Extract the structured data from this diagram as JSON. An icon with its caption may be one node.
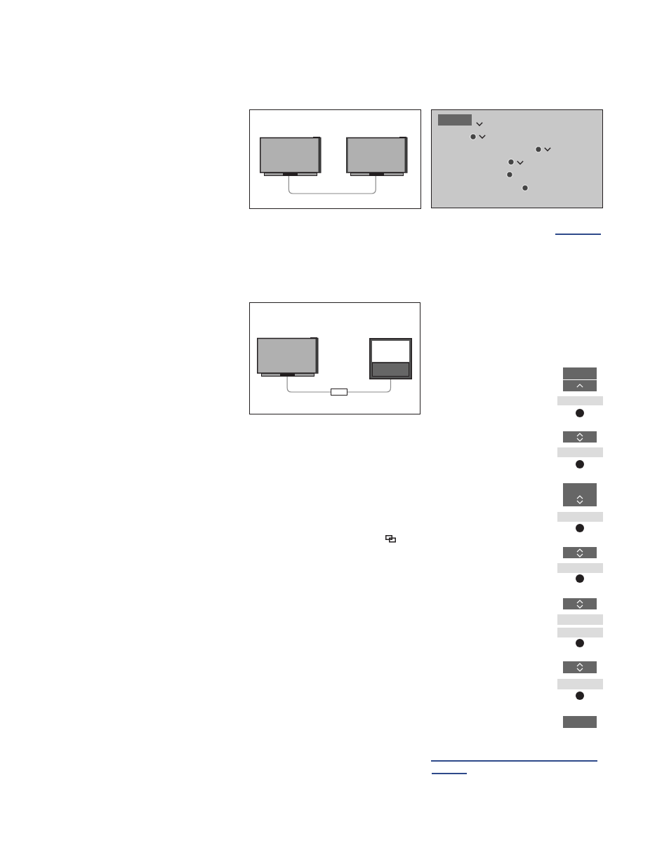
{
  "diagram": {
    "nodes": [
      {
        "text": [],
        "shape": "picture"
      },
      {
        "text": [],
        "shape": "picture"
      },
      {
        "text": [],
        "shape": "picture"
      },
      {
        "text": [],
        "shape": "box"
      },
      {
        "text": [],
        "shape": "picture"
      }
    ],
    "edges": [
      {
        "from": 0,
        "to": 1,
        "arrow": "none"
      },
      {
        "from": 2,
        "to": 3,
        "arrow": "none"
      },
      {
        "from": 3,
        "to": 4,
        "arrow": "none"
      }
    ]
  }
}
